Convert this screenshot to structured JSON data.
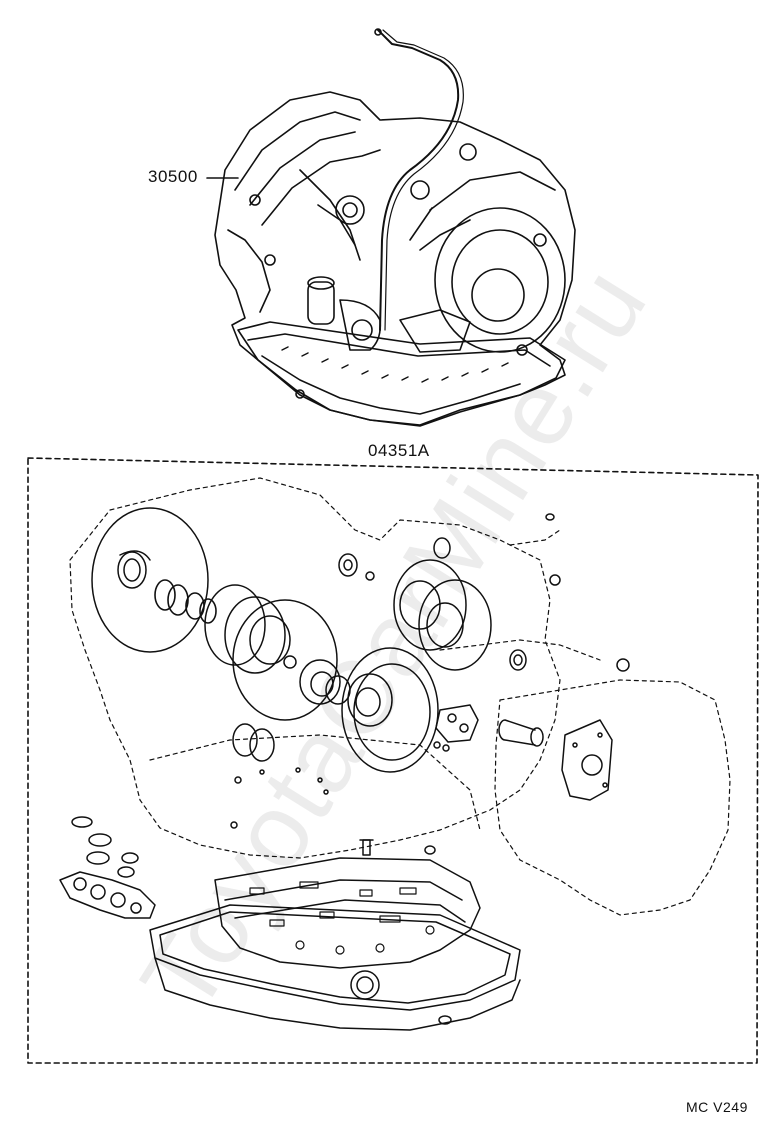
{
  "labels": {
    "transaxle_assembly": "30500",
    "overhaul_kit": "04351A",
    "diagram_ref": "MC V249"
  },
  "watermark": "ToyotaCarMine.ru"
}
